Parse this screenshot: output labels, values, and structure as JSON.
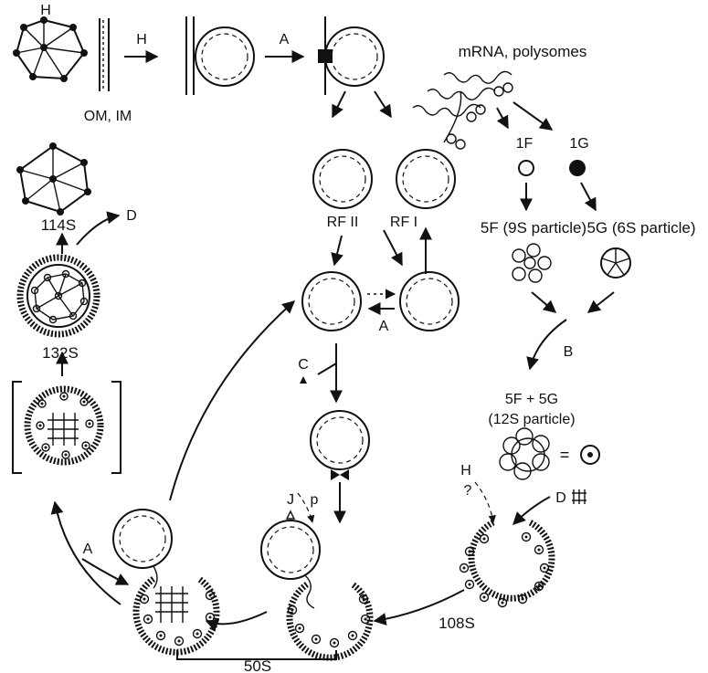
{
  "labels": {
    "h_top": "H",
    "h_arrow": "H",
    "a_top": "A",
    "membranes": "OM, IM",
    "mrna": "mRNA, polysomes",
    "rf2": "RF II",
    "rf1": "RF I",
    "a_mid": "A",
    "c": "C",
    "f1": "1F",
    "g1": "1G",
    "f5": "5F (9S particle)",
    "g5": "5G (6S particle)",
    "b": "B",
    "sum": "5F + 5G",
    "s12": "(12S particle)",
    "eq": "=",
    "h_q": "H",
    "q": "?",
    "d_right": "D",
    "j": "J",
    "p": "p",
    "s108": "108S",
    "s50": "50S",
    "a_bottom": "A",
    "s132": "132S",
    "s114": "114S",
    "d_left": "D"
  },
  "colors": {
    "ink": "#111111",
    "paper": "#ffffff"
  }
}
